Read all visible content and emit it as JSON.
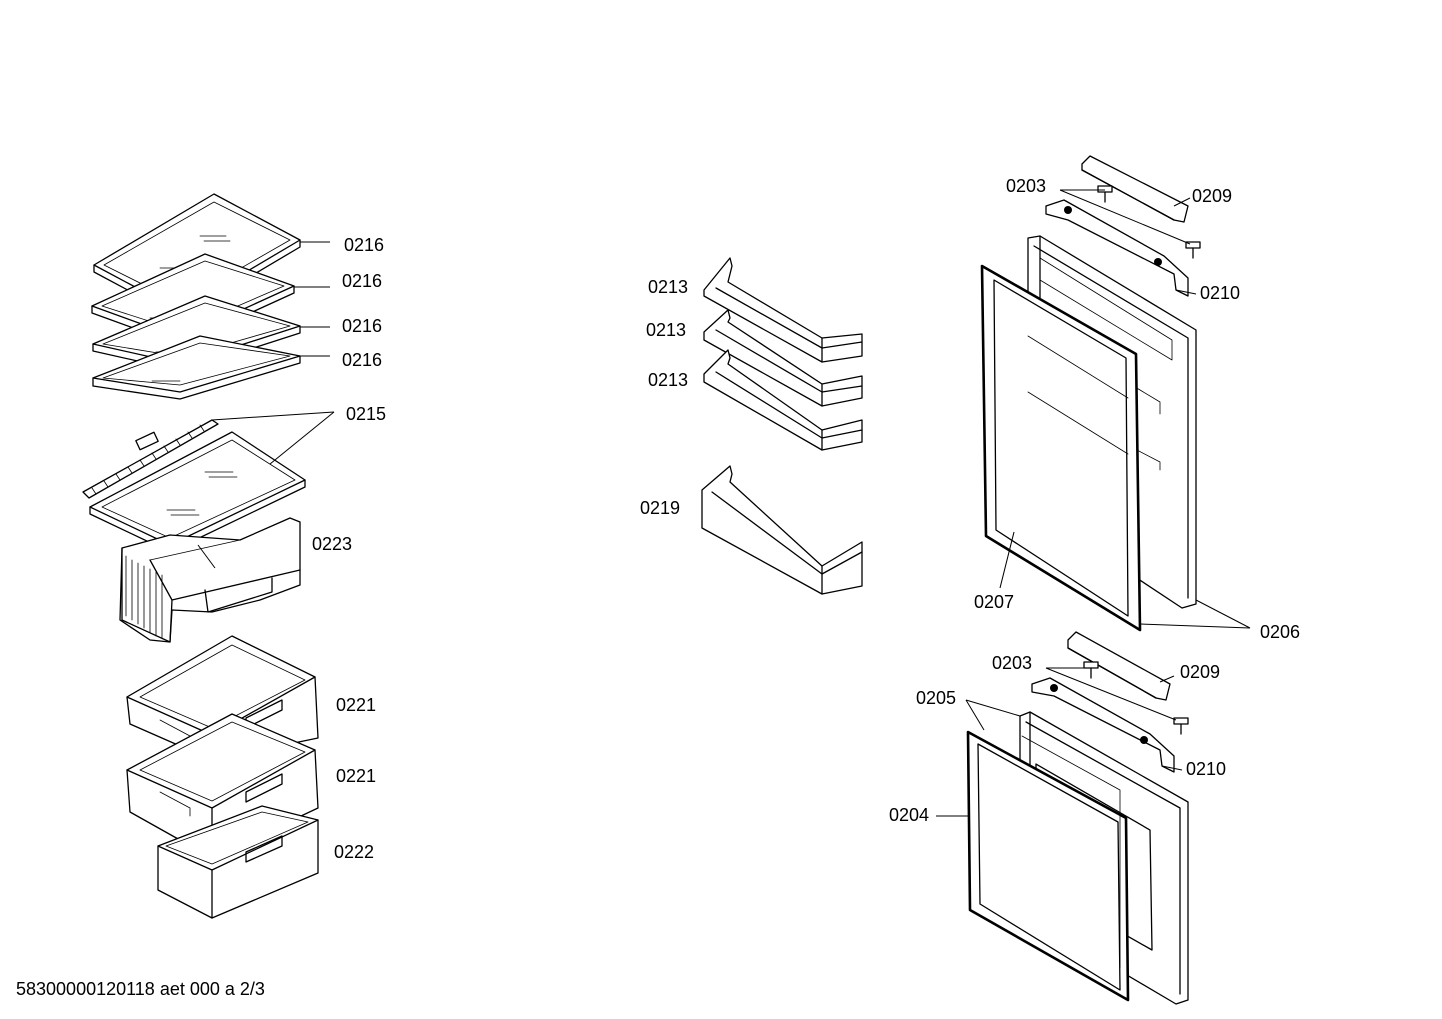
{
  "footer": {
    "doc_code": "58300000120118 aet 000 a 2/3"
  },
  "labels": {
    "p0216a": "0216",
    "p0216b": "0216",
    "p0216c": "0216",
    "p0216d": "0216",
    "p0215": "0215",
    "p0223": "0223",
    "p0221a": "0221",
    "p0221b": "0221",
    "p0222": "0222",
    "p0213a": "0213",
    "p0213b": "0213",
    "p0213c": "0213",
    "p0219": "0219",
    "p0203a": "0203",
    "p0209a": "0209",
    "p0210a": "0210",
    "p0207": "0207",
    "p0206": "0206",
    "p0203b": "0203",
    "p0209b": "0209",
    "p0205": "0205",
    "p0210b": "0210",
    "p0204": "0204"
  }
}
